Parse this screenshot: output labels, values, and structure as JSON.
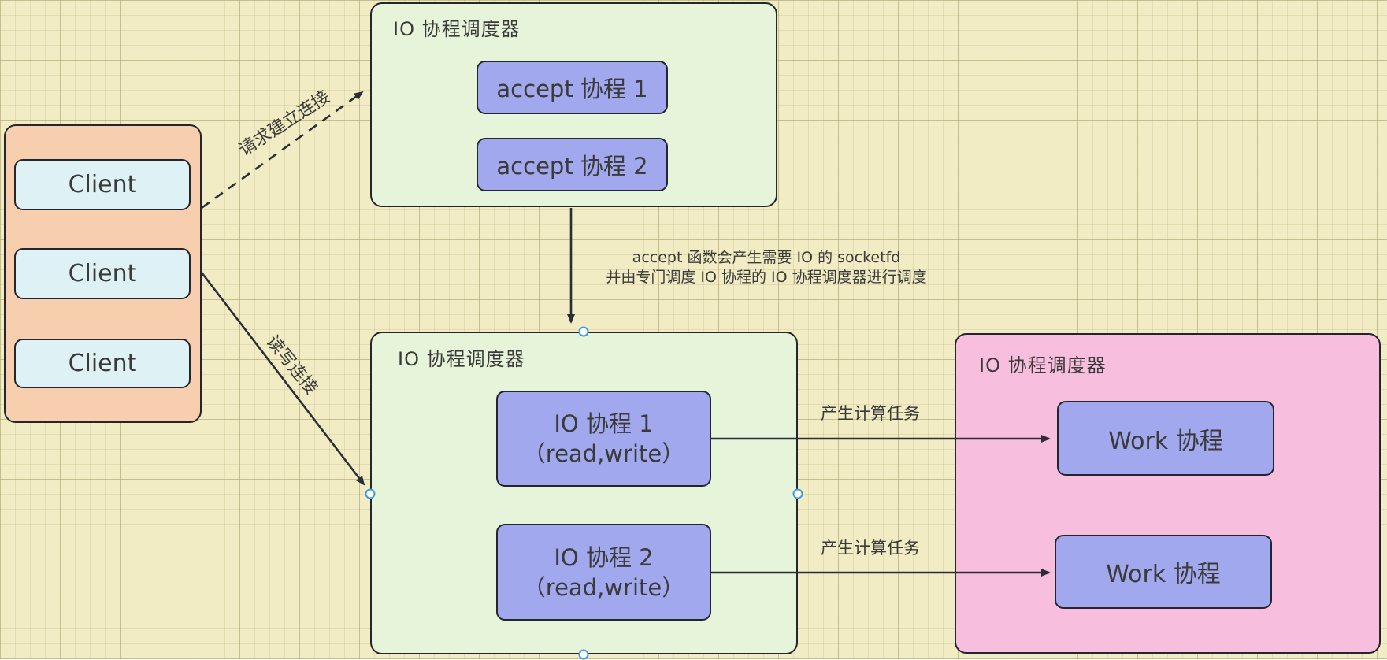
{
  "clients_group": {
    "items": [
      "Client",
      "Client",
      "Client"
    ]
  },
  "accept_scheduler": {
    "title": "IO 协程调度器",
    "boxes": [
      "accept 协程 1",
      "accept 协程 2"
    ]
  },
  "io_scheduler": {
    "title": "IO 协程调度器",
    "boxes": [
      {
        "line1": "IO 协程 1",
        "line2": "（read,write）"
      },
      {
        "line1": "IO 协程 2",
        "line2": "（read,write）"
      }
    ]
  },
  "work_scheduler": {
    "title": "IO 协程调度器",
    "boxes": [
      "Work 协程",
      "Work 协程"
    ]
  },
  "edges": {
    "request_connect_label": "请求建立连接",
    "read_write_label": "读写连接",
    "accept_note_line1": "accept 函数会产生需要 IO 的 socketfd",
    "accept_note_line2": "并由专门调度 IO 协程的 IO 协程调度器进行调度",
    "produce_task_label_1": "产生计算任务",
    "produce_task_label_2": "产生计算任务"
  },
  "colors": {
    "background": "#f2ecc5",
    "grid_line": "#aca06a",
    "group_orange": "#f7cfae",
    "group_green": "#e6f5d9",
    "group_pink": "#f7bede",
    "node_purple": "#a1a8ee",
    "node_blue": "#def2f5",
    "stroke": "#23252f",
    "arrow": "#2c2d36",
    "handle_ring": "#3f9ae0",
    "text": "#3a3a3a"
  }
}
